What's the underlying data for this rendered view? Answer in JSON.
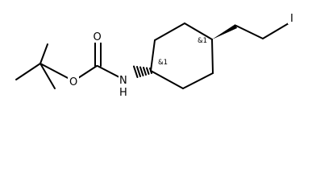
{
  "molecule": {
    "atoms": {
      "carbonyl_oxygen": "O",
      "ester_oxygen": "O",
      "amine": "N",
      "amine_hydrogen": "H",
      "iodine": "I"
    },
    "stereo": {
      "ring_carbon_nitrogen": "&1",
      "ring_carbon_ethyl": "&1"
    }
  }
}
